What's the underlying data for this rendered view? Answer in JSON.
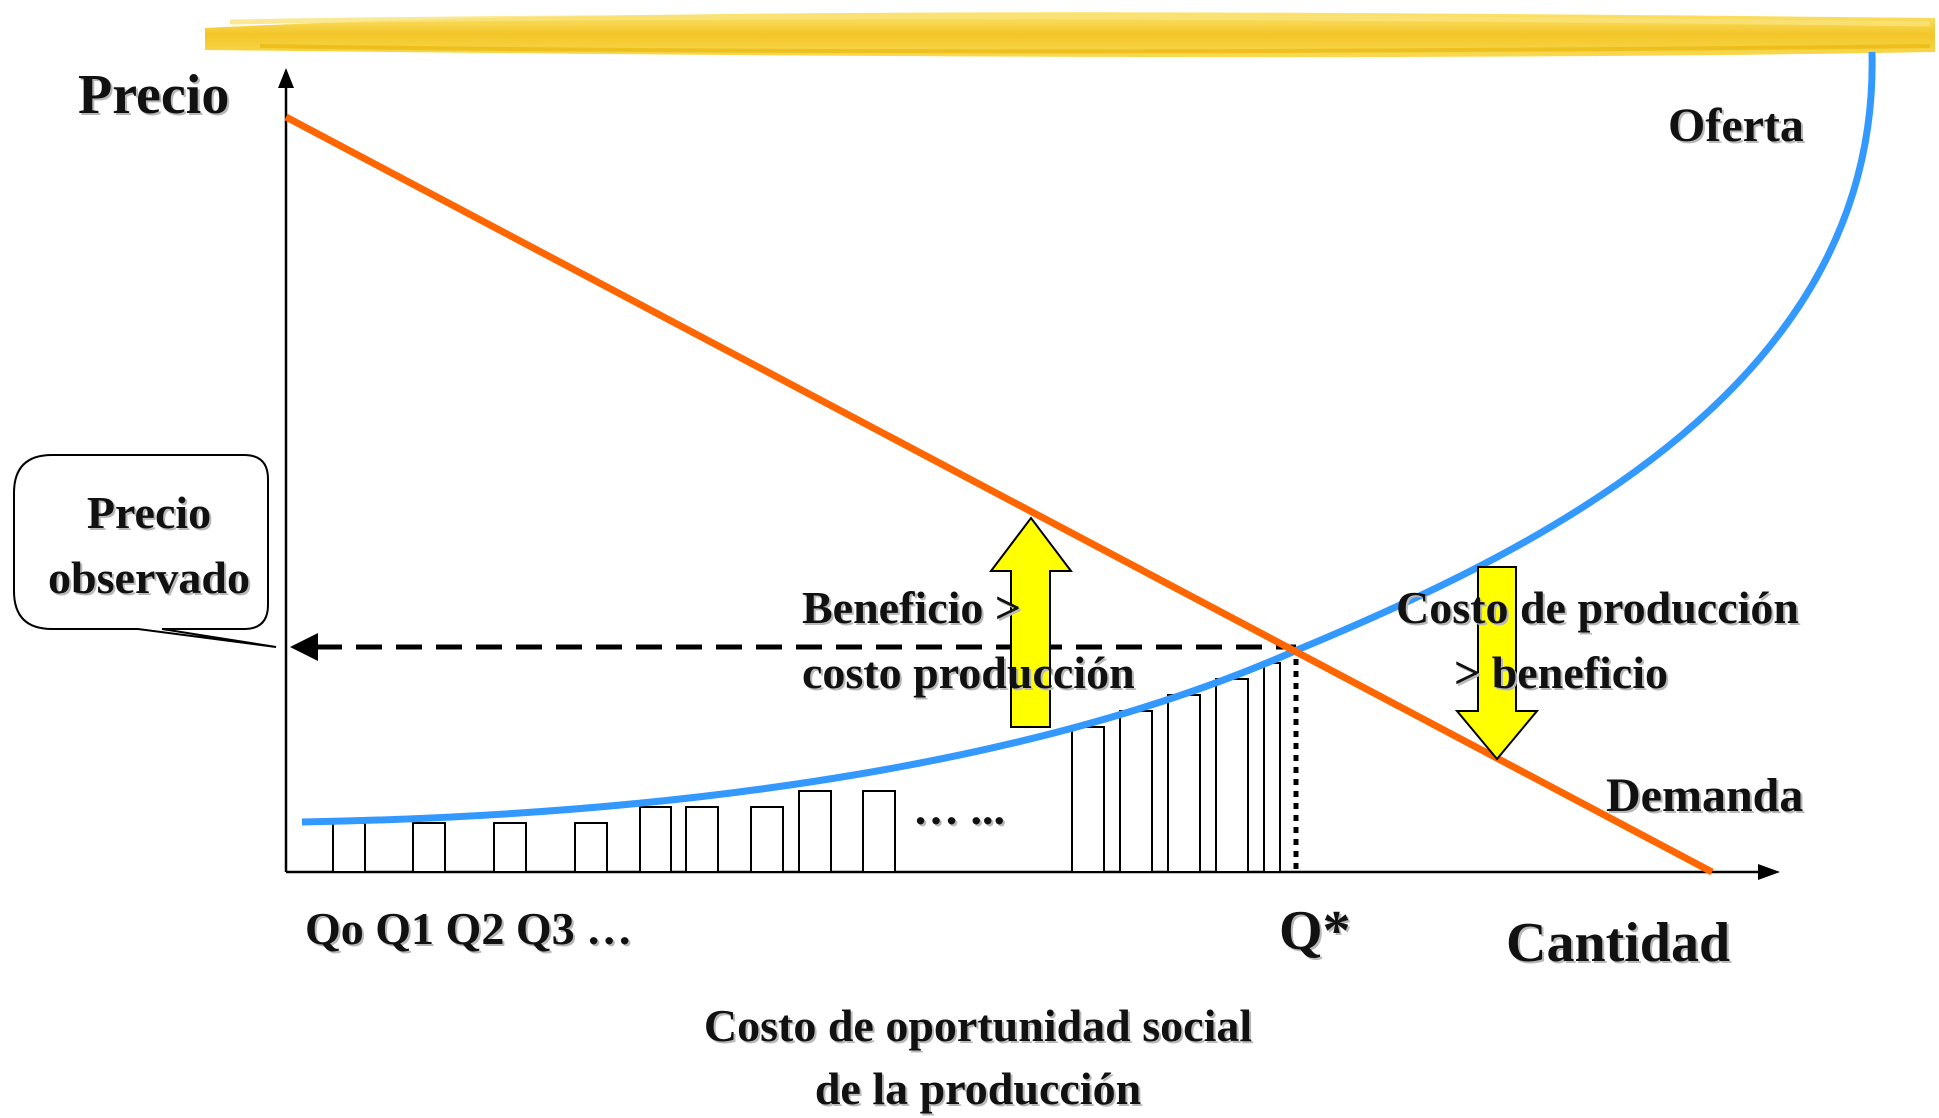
{
  "labels": {
    "y_axis": "Precio",
    "x_axis": "Cantidad",
    "supply_curve": "Oferta",
    "demand_curve": "Demanda",
    "observed_price_line1": "Precio",
    "observed_price_line2": "observado",
    "benefit_line1": "Beneficio >",
    "benefit_line2": "costo producción",
    "cost_line1": "Costo de producción",
    "cost_line2": ">  beneficio",
    "quantity_ticks": "Qo Q1 Q2 Q3 …",
    "ellipsis": "… ...",
    "equilibrium_quantity": "Q*",
    "caption_line1": "Costo de oportunidad social",
    "caption_line2": "de la producción"
  },
  "colors": {
    "supply": "#3399ff",
    "demand": "#ff6600",
    "arrow_fill": "#ffff00",
    "header_brush": "#f5cc2a"
  }
}
